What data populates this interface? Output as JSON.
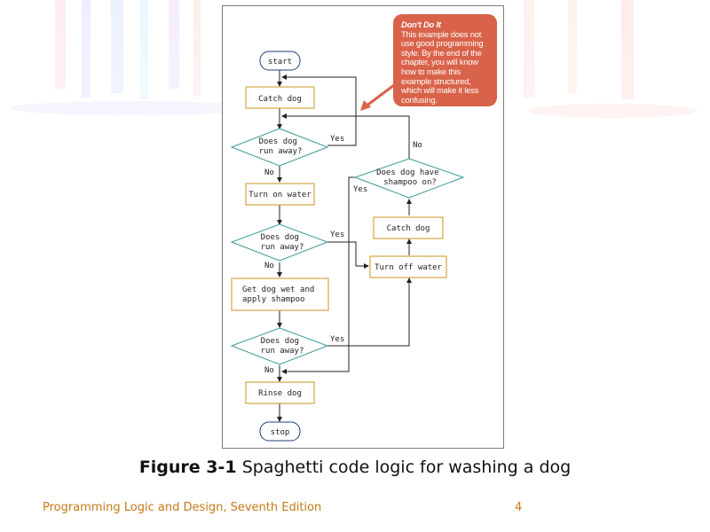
{
  "slide": {
    "caption_number": "Figure 3-1",
    "caption_text": "Spaghetti code logic for washing a dog",
    "footer_title": "Programming Logic and Design, Seventh Edition",
    "page_number": "4"
  },
  "note": {
    "title": "Don't Do It",
    "body": "This example does not use good programming style. By the end of the chapter, you will know how to make this example structured, which will make it less confusing."
  },
  "flowchart": {
    "start": "start",
    "catch_dog_1": "Catch dog",
    "decision_1": [
      "Does dog",
      "run away?"
    ],
    "turn_on_water": "Turn on water",
    "decision_2": [
      "Does dog",
      "run away?"
    ],
    "get_wet": [
      "Get dog wet and",
      "apply shampoo"
    ],
    "decision_3": [
      "Does dog",
      "run away?"
    ],
    "rinse_dog": "Rinse dog",
    "stop": "stop",
    "turn_off_water": "Turn off water",
    "catch_dog_2": "Catch dog",
    "decision_shampoo": [
      "Does dog have",
      "shampoo on?"
    ],
    "label_yes": "Yes",
    "label_no": "No"
  },
  "colors": {
    "process_border": "#c8961e",
    "decision_border": "#3a9a98",
    "note_fill": "#d9634a",
    "footer_text": "#c47a17"
  }
}
